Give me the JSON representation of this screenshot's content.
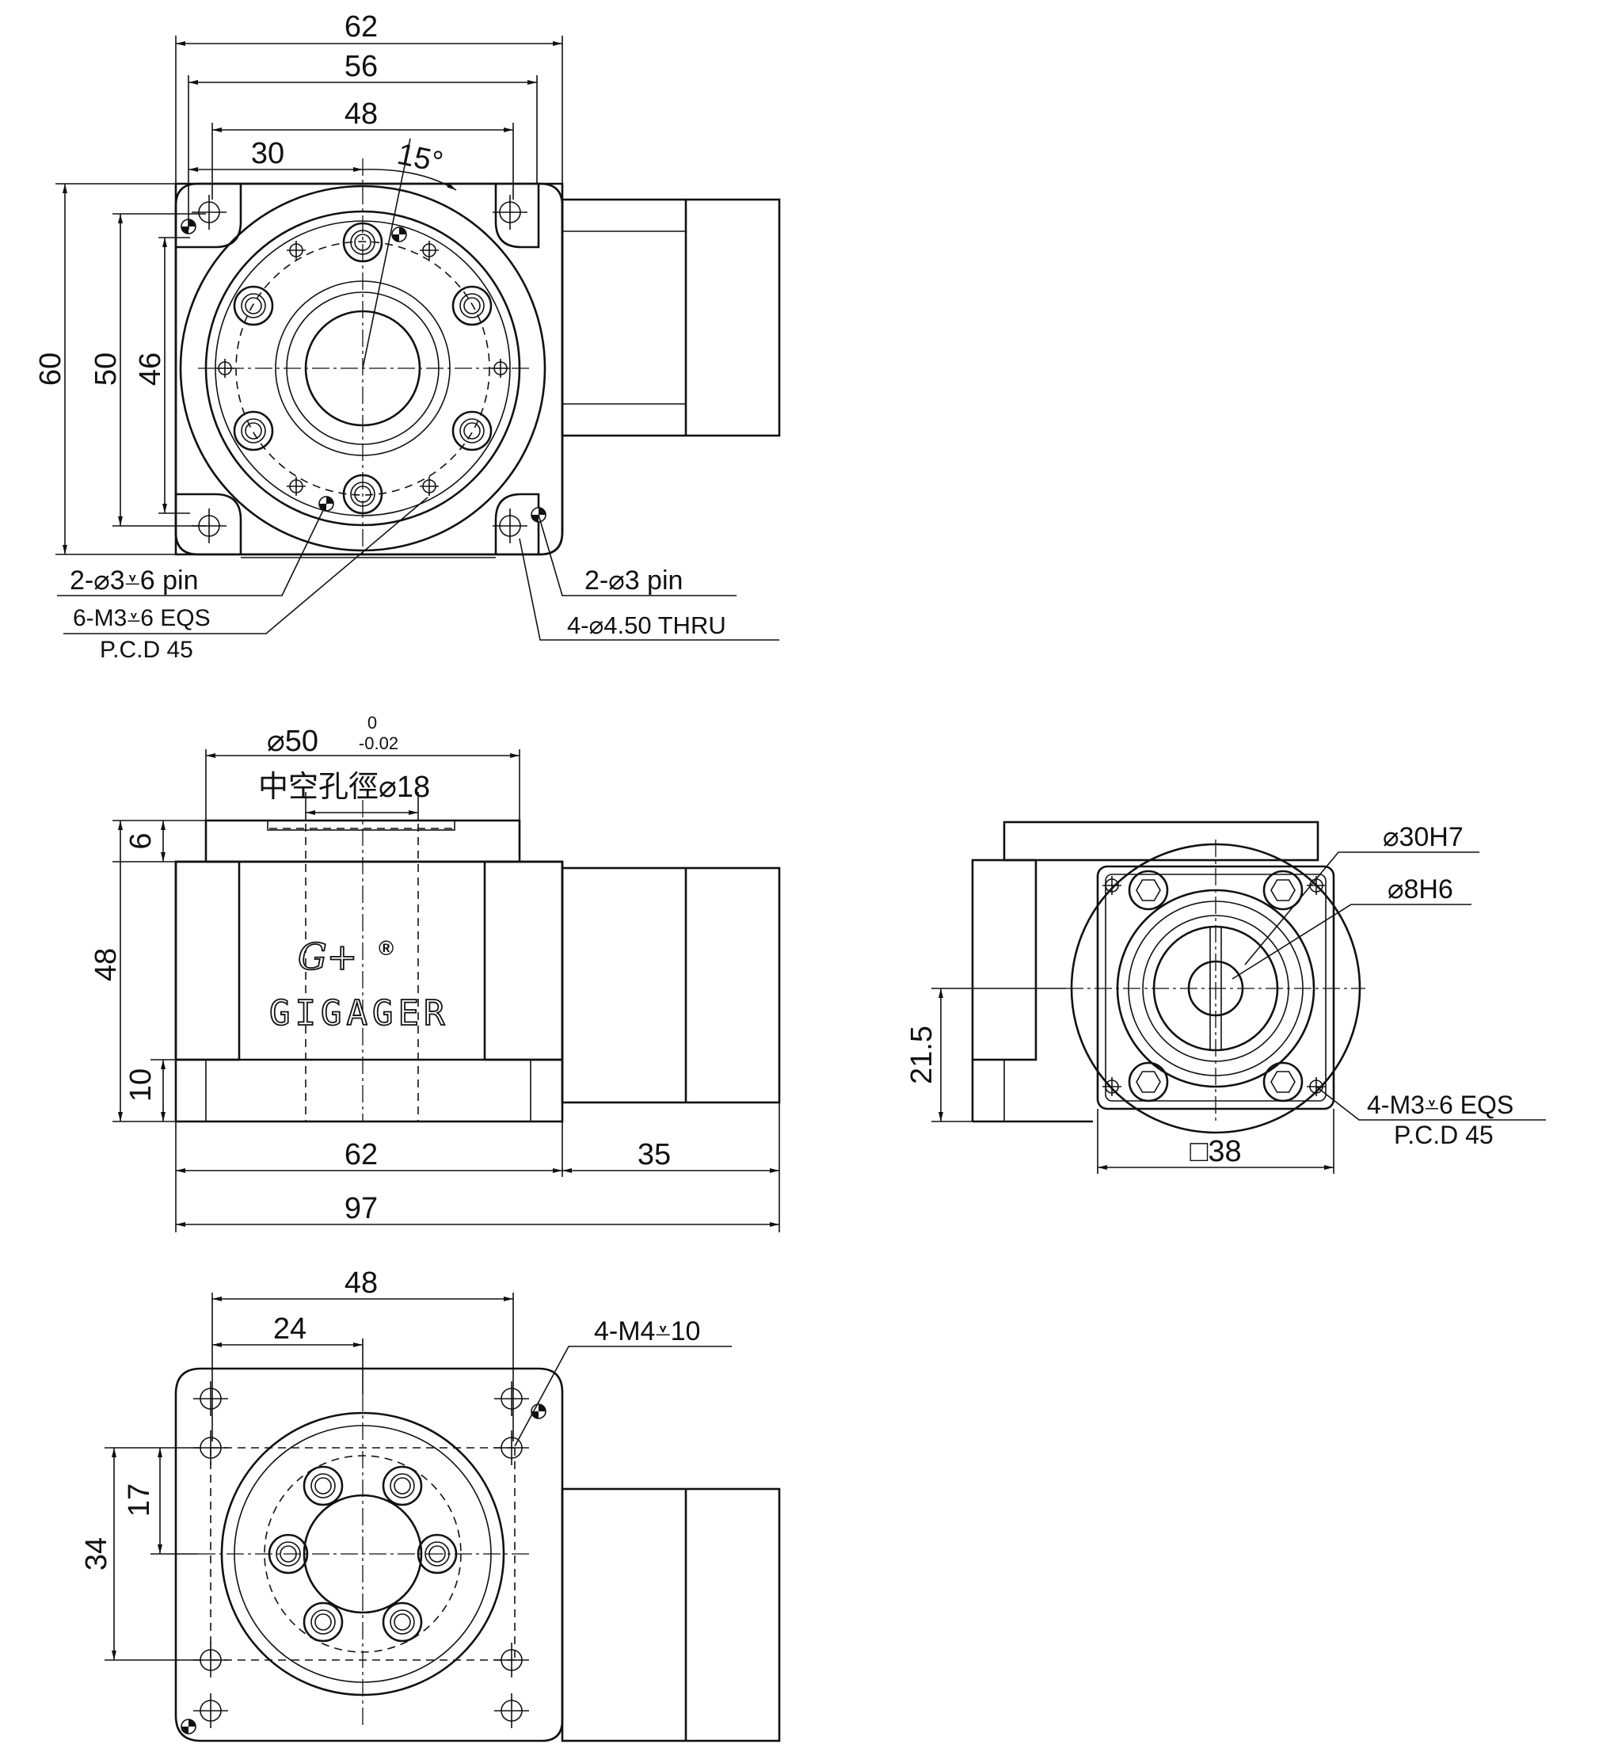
{
  "top_view": {
    "dims": [
      "62",
      "56",
      "48",
      "30",
      "60",
      "50",
      "46"
    ],
    "angle": "15°",
    "callouts": {
      "pin_left": "2-⌀3⩡6 pin",
      "eqs_left": "6-M3⩡6 EQS",
      "pcd_left": "P.C.D 45",
      "pin_right": "2-⌀3 pin",
      "thru": "4-⌀4.50 THRU"
    }
  },
  "front_view": {
    "dia": "⌀50",
    "tol_upper": "0",
    "tol_lower": "-0.02",
    "hollow_bore": "中空孔徑⌀18",
    "dims": [
      "6",
      "48",
      "10",
      "62",
      "35",
      "97"
    ],
    "logo_mark": "G+",
    "logo_reg": "®",
    "brand": "GIGAGER"
  },
  "side_view": {
    "bore": "⌀30H7",
    "shaft": "⌀8H6",
    "height": "21.5",
    "eqs": "4-M3⩡6 EQS",
    "pcd": "P.C.D 45",
    "square": "□38"
  },
  "bottom_view": {
    "dims": [
      "48",
      "24",
      "17",
      "34"
    ],
    "tap": "4-M4⩡10"
  }
}
